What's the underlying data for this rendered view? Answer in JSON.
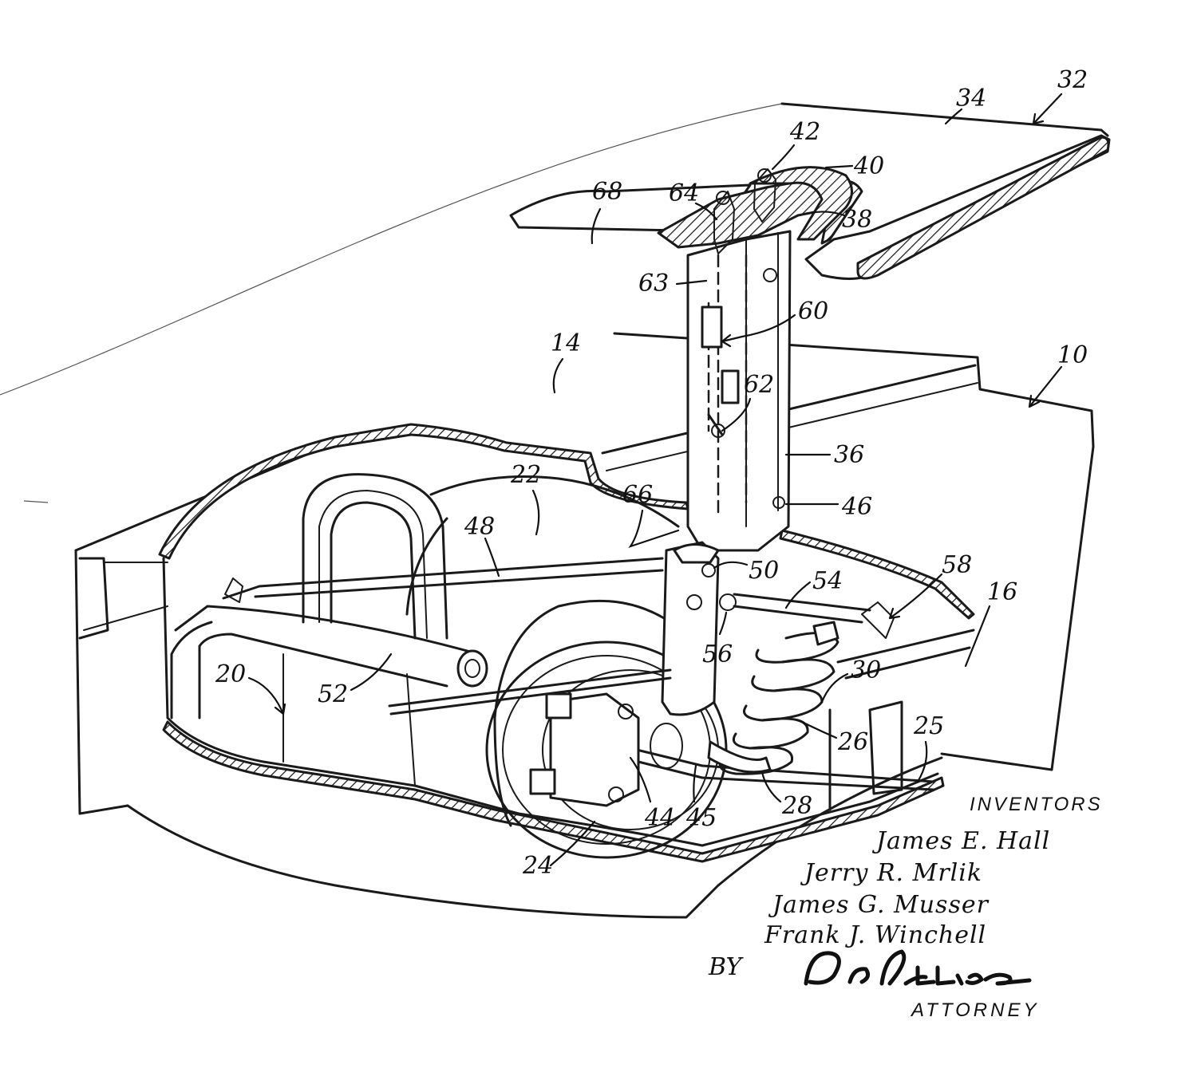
{
  "reference_numerals": {
    "r10": "10",
    "r14": "14",
    "r16": "16",
    "r20": "20",
    "r22": "22",
    "r24": "24",
    "r25": "25",
    "r26": "26",
    "r28": "28",
    "r30": "30",
    "r32": "32",
    "r34": "34",
    "r36": "36",
    "r38": "38",
    "r40": "40",
    "r42": "42",
    "r44": "44",
    "r45": "45",
    "r46": "46",
    "r48": "48",
    "r50": "50",
    "r52": "52",
    "r54": "54",
    "r56": "56",
    "r58": "58",
    "r60": "60",
    "r62": "62",
    "r63": "63",
    "r64": "64",
    "r66": "66",
    "r68": "68"
  },
  "inventors": {
    "title": "INVENTORS",
    "names": [
      "James E. Hall",
      "Jerry R. Mrlik",
      "James G. Musser",
      "Frank J. Winchell"
    ]
  },
  "attorney": {
    "by": "BY",
    "signature": "D. L. Ellis",
    "label": "ATTORNEY"
  }
}
